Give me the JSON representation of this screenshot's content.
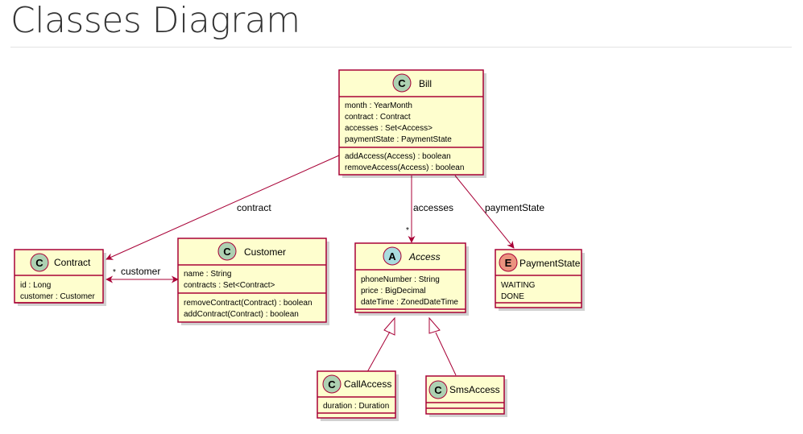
{
  "page": {
    "title": "Classes Diagram"
  },
  "diagram": {
    "classes": {
      "bill": {
        "kind": "C",
        "name": "Bill",
        "attributes": [
          "month : YearMonth",
          "contract : Contract",
          "accesses : Set<Access>",
          "paymentState : PaymentState"
        ],
        "methods": [
          "addAccess(Access) : boolean",
          "removeAccess(Access) : boolean"
        ]
      },
      "contract": {
        "kind": "C",
        "name": "Contract",
        "attributes": [
          "id : Long",
          "customer : Customer"
        ],
        "methods": []
      },
      "customer": {
        "kind": "C",
        "name": "Customer",
        "attributes": [
          "name : String",
          "contracts : Set<Contract>"
        ],
        "methods": [
          "removeContract(Contract) : boolean",
          "addContract(Contract) : boolean"
        ]
      },
      "access": {
        "kind": "A",
        "name": "Access",
        "attributes": [
          "phoneNumber : String",
          "price : BigDecimal",
          "dateTime : ZonedDateTime"
        ],
        "methods": []
      },
      "payment_state": {
        "kind": "E",
        "name": "PaymentState",
        "attributes": [
          "WAITING",
          "DONE"
        ],
        "methods": []
      },
      "call_access": {
        "kind": "C",
        "name": "CallAccess",
        "attributes": [
          "duration : Duration"
        ],
        "methods": []
      },
      "sms_access": {
        "kind": "C",
        "name": "SmsAccess",
        "attributes": [],
        "methods": []
      }
    },
    "relations": {
      "bill_contract": {
        "label": "contract"
      },
      "bill_access": {
        "label": "accesses",
        "multiplicity": "*"
      },
      "bill_payment_state": {
        "label": "paymentState"
      },
      "contract_customer": {
        "label": "customer",
        "multiplicity": "*"
      }
    },
    "colors": {
      "box_fill": "#FEFECE",
      "border": "#A80036",
      "class_circle": "#ADD1B2",
      "abstract_circle": "#A9DCDF",
      "enum_circle": "#EB937F"
    }
  }
}
